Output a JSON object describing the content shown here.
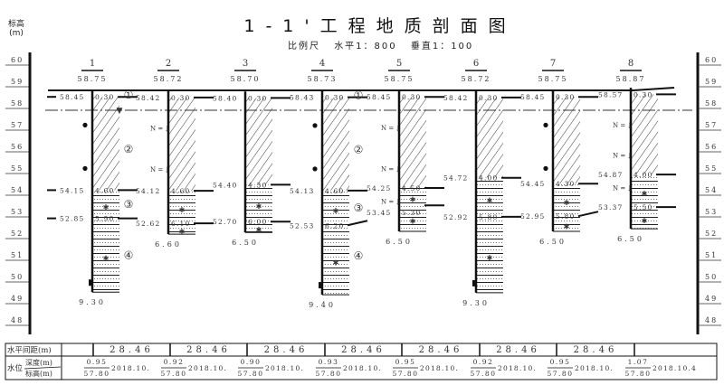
{
  "title": "1-1'工程地质剖面图",
  "scale": {
    "label": "比例尺",
    "horizontal": "水平1：800",
    "vertical": "垂直1：100"
  },
  "axis_label": "标高(m)",
  "elevation_ticks": [
    "60",
    "59",
    "58",
    "57",
    "56",
    "55",
    "54",
    "53",
    "52",
    "51",
    "50",
    "49",
    "48"
  ],
  "water_table_style": "dash-dot",
  "boreholes": [
    {
      "id": "1",
      "elev": "58.75",
      "depths": [
        0.3,
        4.6,
        5.9,
        9.3
      ],
      "bottom": "9.30",
      "water": "▼",
      "dots": [
        1.6,
        3.6
      ],
      "circles": [
        "①",
        "②",
        "③",
        "④"
      ],
      "n": [],
      "slope": false
    },
    {
      "id": "2",
      "elev": "58.72",
      "depths": [
        0.3,
        4.6,
        6.1,
        6.6
      ],
      "bottom": "6.60",
      "dots": [],
      "circles": [],
      "n": [
        1.7,
        3.6
      ],
      "slope": false
    },
    {
      "id": "3",
      "elev": "58.70",
      "depths": [
        0.3,
        4.3,
        6.0,
        6.5
      ],
      "bottom": "6.50",
      "dots": [],
      "circles": [],
      "n": [],
      "slope": false
    },
    {
      "id": "4",
      "elev": "58.73",
      "depths": [
        0.3,
        4.6,
        6.2,
        9.4
      ],
      "bottom": "9.40",
      "dots": [
        1.6,
        3.6
      ],
      "circles": [
        "①",
        "②",
        "③",
        "④"
      ],
      "n": [],
      "slope": true
    },
    {
      "id": "5",
      "elev": "58.75",
      "depths": [
        0.3,
        4.5,
        5.3,
        6.5
      ],
      "bottom": "6.50",
      "dots": [],
      "circles": [],
      "n": [
        1.7,
        3.6,
        5.1
      ],
      "slope": false
    },
    {
      "id": "6",
      "elev": "58.72",
      "depths": [
        0.3,
        4.0,
        5.8,
        9.3
      ],
      "bottom": "9.30",
      "dots": [],
      "circles": [],
      "n": [],
      "slope": false
    },
    {
      "id": "7",
      "elev": "58.75",
      "depths": [
        0.3,
        4.3,
        5.8,
        6.5
      ],
      "bottom": "6.50",
      "dots": [
        1.6,
        3.6
      ],
      "circles": [],
      "n": [],
      "slope": true
    },
    {
      "id": "8",
      "elev": "58.87",
      "depths": [
        0.3,
        4.0,
        5.5,
        6.5
      ],
      "bottom": "6.50",
      "dots": [],
      "circles": [],
      "n": [
        1.7,
        3.1,
        4.6
      ],
      "slope": false
    }
  ],
  "n_label": "N =",
  "table": {
    "row1_label": "水平间距(m)",
    "spacing": [
      "28.46",
      "28.46",
      "28.46",
      "28.46",
      "28.46",
      "28.46",
      "28.46"
    ],
    "row2_label": "水位",
    "row2_sub1": "深度(m)",
    "row2_sub2": "标高(m)",
    "water": [
      {
        "depth": "0.95",
        "elev": "57.80",
        "date": "2018.10."
      },
      {
        "depth": "0.92",
        "elev": "57.80",
        "date": "2018.10."
      },
      {
        "depth": "0.90",
        "elev": "57.80",
        "date": "2018.10."
      },
      {
        "depth": "0.93",
        "elev": "57.80",
        "date": "2018.10."
      },
      {
        "depth": "0.95",
        "elev": "57.80",
        "date": "2018.10."
      },
      {
        "depth": "0.92",
        "elev": "57.80",
        "date": "2018.10."
      },
      {
        "depth": "0.95",
        "elev": "57.80",
        "date": "2018.10."
      },
      {
        "depth": "1.07",
        "elev": "57.80",
        "date": "2018.10.4"
      }
    ]
  }
}
